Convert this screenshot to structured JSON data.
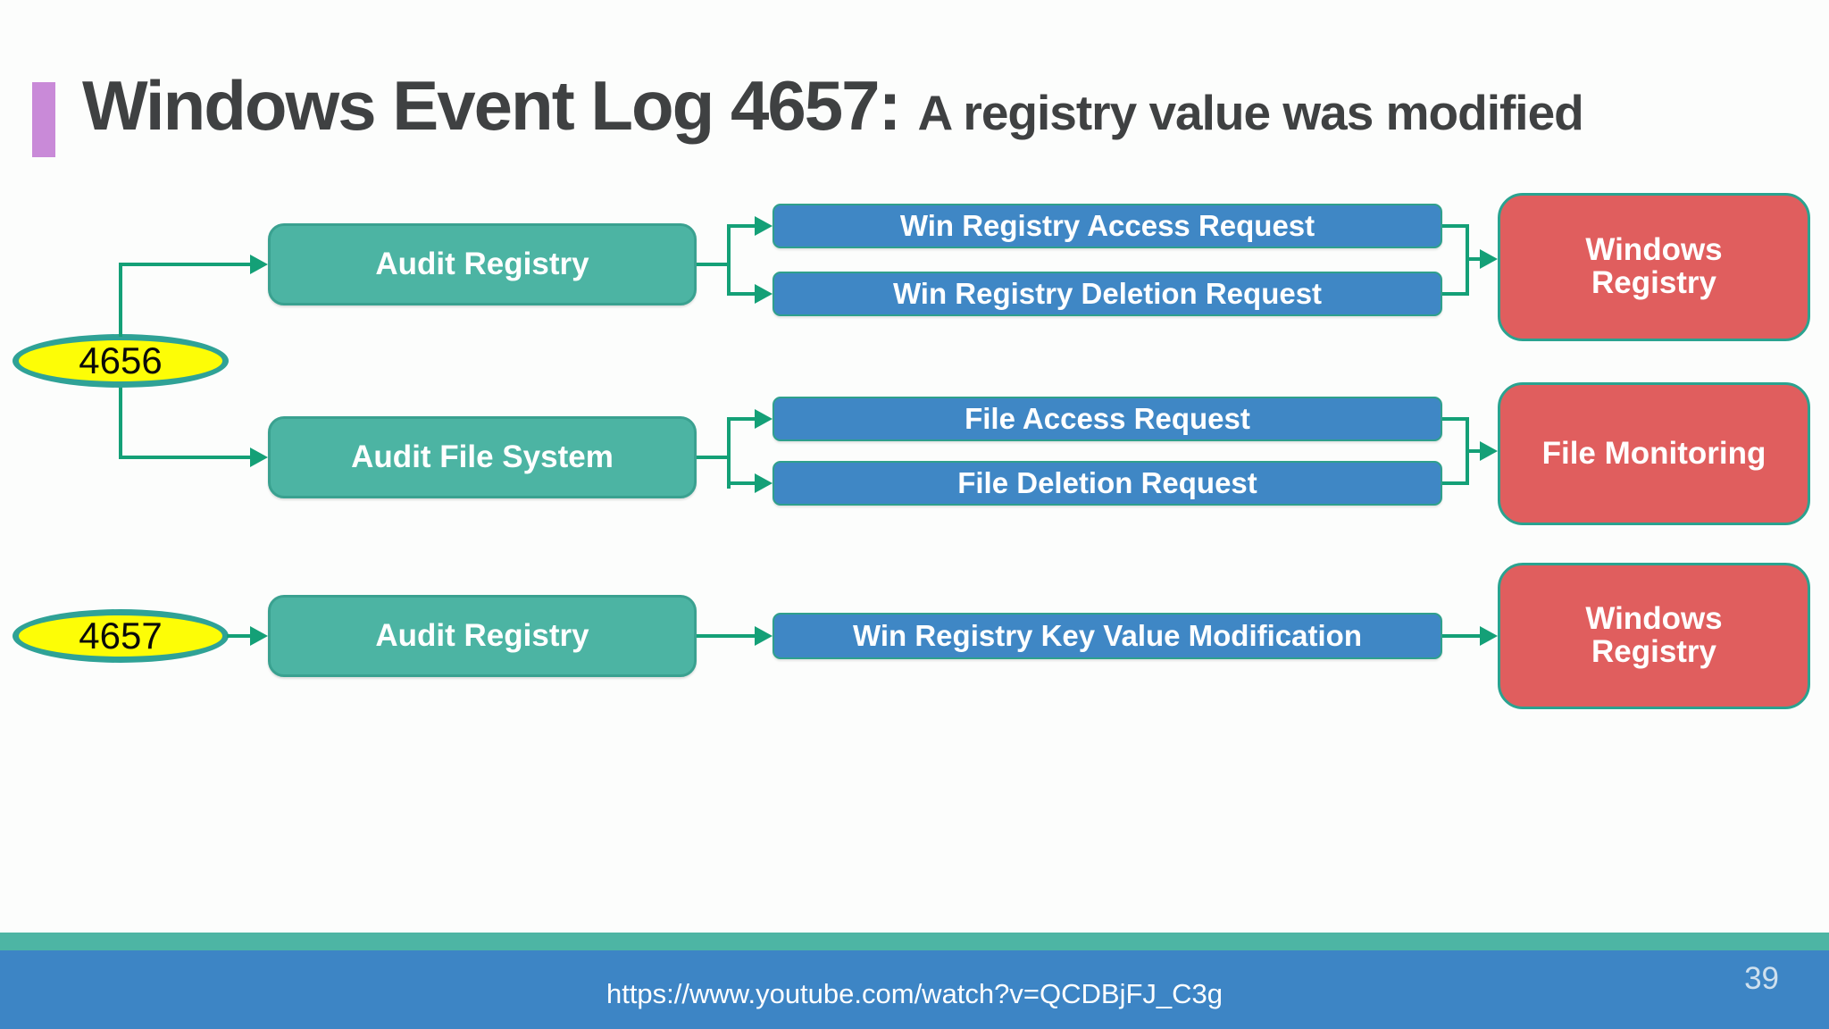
{
  "title": {
    "main": "Windows Event Log 4657:",
    "subtitle": "A registry value was modified"
  },
  "diagram": {
    "event_4656": "4656",
    "event_4657": "4657",
    "audit_registry_row1": "Audit Registry",
    "audit_file_system": "Audit File System",
    "audit_registry_row3": "Audit Registry",
    "win_registry_access_request": "Win Registry Access Request",
    "win_registry_deletion_request": "Win Registry Deletion Request",
    "file_access_request": "File Access Request",
    "file_deletion_request": "File Deletion Request",
    "win_registry_key_value_modification": "Win Registry Key Value Modification",
    "windows_registry_row1": "Windows Registry",
    "file_monitoring": "File Monitoring",
    "windows_registry_row3": "Windows Registry"
  },
  "footer": {
    "url": "https://www.youtube.com/watch?v=QCDBjFJ_C3g",
    "page": "39"
  },
  "colors": {
    "connector_green": "#14a077",
    "teal_node_fill": "#4cb4a3",
    "blue_node_fill": "#3f87c5",
    "red_node_fill": "#e05e5e",
    "event_ellipse_fill": "#fdfd06",
    "event_ellipse_border": "#2fa296",
    "title_text": "#3f4142",
    "title_accent": "#c98ad8",
    "footer_bar_teal": "#4db5a4",
    "footer_bar_blue": "#3d85c5"
  }
}
